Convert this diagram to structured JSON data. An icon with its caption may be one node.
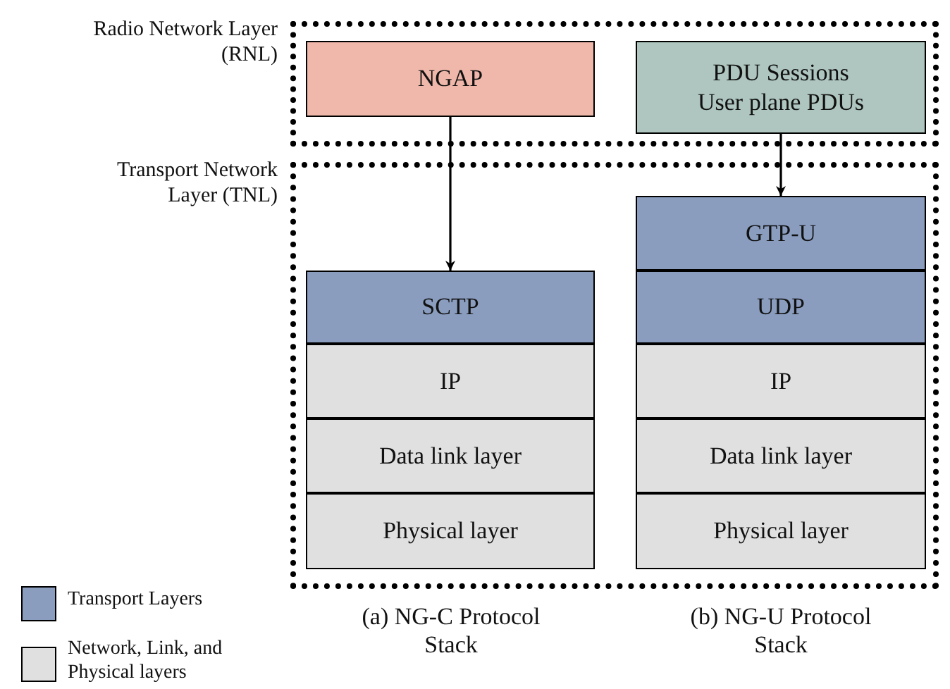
{
  "diagram": {
    "nodes": [
      {
        "text": [
          "Radio Network Layer (RNL)"
        ]
      },
      {
        "text": [
          "NGAP"
        ],
        "in": 0
      },
      {
        "text": [
          "PDU Sessions User plane PDUs"
        ],
        "in": 0
      },
      {
        "text": [
          "Transport Network Layer (TNL)"
        ]
      },
      {
        "text": [
          "SCTP"
        ],
        "in": 3
      },
      {
        "text": [
          "IP"
        ],
        "in": 3
      },
      {
        "text": [
          "Data link layer"
        ],
        "in": 3
      },
      {
        "text": [
          "Physical layer"
        ],
        "in": 3
      },
      {
        "text": [
          "GTP-U"
        ],
        "in": 3
      },
      {
        "text": [
          "UDP"
        ],
        "in": 3
      },
      {
        "text": [
          "IP"
        ],
        "in": 3
      },
      {
        "text": [
          "Data link layer"
        ],
        "in": 3
      },
      {
        "text": [
          "Physical layer"
        ],
        "in": 3
      }
    ],
    "edges": [
      {
        "from": 1,
        "to": 4,
        "arrow": "to"
      },
      {
        "from": 2,
        "to": 8,
        "arrow": "to"
      }
    ],
    "labels": [
      "(a) NG-C Protocol Stack",
      "(b) NG-U Protocol Stack"
    ],
    "legend": [
      {
        "text": "Transport Layers",
        "color": "#8a9dbf"
      },
      {
        "text": "Network, Link, and Physical layers",
        "color": "#e0e0e0"
      }
    ]
  }
}
